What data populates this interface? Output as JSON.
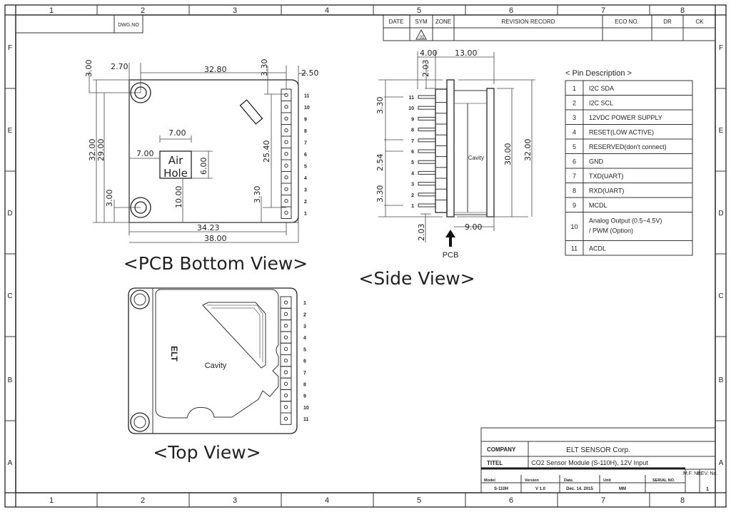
{
  "frame": {
    "col_labels": [
      "1",
      "2",
      "3",
      "4",
      "5",
      "6",
      "7",
      "8"
    ],
    "row_labels": [
      "F",
      "E",
      "D",
      "C",
      "B",
      "A"
    ]
  },
  "dwg_no_label": "DWG.NO",
  "revision_table": {
    "headers": [
      "DATE",
      "SYM",
      "ZONE",
      "REVISION RECORD",
      "ECO NO.",
      "DR",
      "CK"
    ],
    "row": {
      "sym": "01"
    }
  },
  "pcb_bottom_view": {
    "title": "<PCB Bottom View>",
    "air_hole_line1": "Air",
    "air_hole_line2": "Hole",
    "dims": {
      "top_margin": "3.00",
      "hole_offset": "2.70",
      "hole_span": "32.80",
      "connector_top": "3.30",
      "edge": "2.50",
      "height_total": "32.00",
      "height_holes": "29.00",
      "air_width": "7.00",
      "air_left": "7.00",
      "air_height": "6.00",
      "pin_span": "25.40",
      "bottom_margin": "3.00",
      "air_bottom": "10.00",
      "connector_bottom": "3.30",
      "connector_x": "34.23",
      "width_total": "38.00"
    },
    "pin_numbers": [
      "11",
      "10",
      "9",
      "8",
      "7",
      "6",
      "5",
      "4",
      "3",
      "2",
      "1"
    ]
  },
  "side_view": {
    "title": "<Side View>",
    "cavity_label": "Cavity",
    "pcb_label": "PCB",
    "dims": {
      "pin_len": "4.00",
      "body_depth": "13.00",
      "top_offset": "2.03",
      "pitch_top": "3.30",
      "pitch": "2.54",
      "pitch_bottom": "3.30",
      "bottom_offset": "2.03",
      "cavity_depth": "9.00",
      "inner_height": "30.00",
      "outer_height": "32.00"
    },
    "pin_numbers": [
      "11",
      "10",
      "9",
      "8",
      "7",
      "6",
      "5",
      "4",
      "3",
      "2",
      "1"
    ]
  },
  "top_view": {
    "title": "<Top View>",
    "cavity_label": "Cavity",
    "logo": "ELT",
    "pin_numbers": [
      "1",
      "2",
      "3",
      "4",
      "5",
      "6",
      "7",
      "8",
      "9",
      "10",
      "11"
    ]
  },
  "pin_description": {
    "title": "< Pin Description >",
    "rows": [
      {
        "pin": "1",
        "desc": "I2C SDA"
      },
      {
        "pin": "2",
        "desc": "I2C SCL"
      },
      {
        "pin": "3",
        "desc": "12VDC POWER SUPPLY"
      },
      {
        "pin": "4",
        "desc": "RESET(LOW ACTIVE)"
      },
      {
        "pin": "5",
        "desc": "RESERVED(don't connect)"
      },
      {
        "pin": "6",
        "desc": "GND"
      },
      {
        "pin": "7",
        "desc": "TXD(UART)"
      },
      {
        "pin": "8",
        "desc": "RXD(UART)"
      },
      {
        "pin": "9",
        "desc": "MCDL"
      },
      {
        "pin": "10",
        "desc": "Analog Output (0.5~4.5V)",
        "desc2": "/ PWM (Option)"
      },
      {
        "pin": "11",
        "desc": "ACDL"
      }
    ]
  },
  "title_block": {
    "company_label": "COMPANY",
    "company": "ELT SENSOR Corp.",
    "title_label": "TITEL",
    "title": "CO2 Sensor Module (S-110H), 12V Input",
    "headers": [
      "Model",
      "Version",
      "Date.",
      "Unit",
      "SERIAL NO."
    ],
    "values": [
      "S-110H",
      "V 1.0",
      "Dec. 14. 2015",
      "MM",
      ""
    ],
    "mf_label": "M.F. No.",
    "rev_label": "REV. No.",
    "rev_value": "1"
  }
}
